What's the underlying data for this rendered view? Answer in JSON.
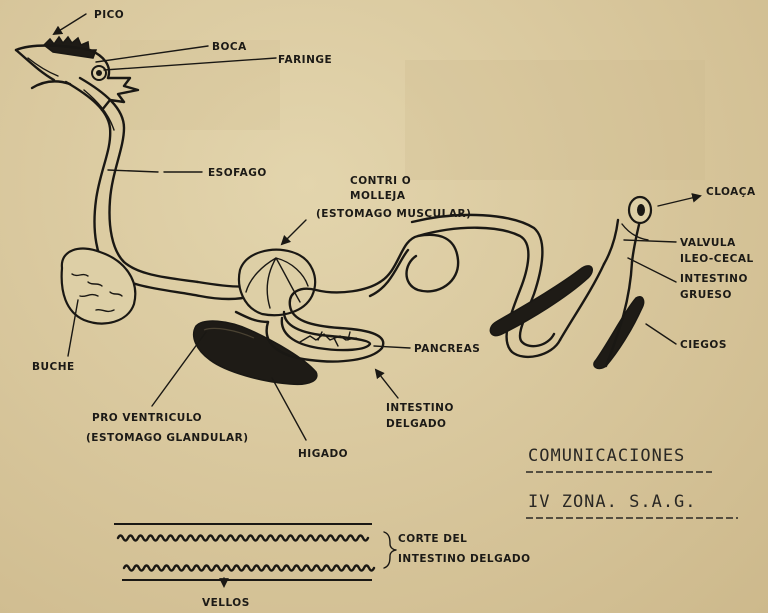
{
  "labels": {
    "pico": "PICO",
    "boca": "BOCA",
    "faringe": "FARINGE",
    "esofago": "ESOFAGO",
    "contri_1": "CONTRI O",
    "contri_2": "MOLLEJA",
    "contri_3": "(ESTOMAGO MUSCULAR)",
    "cloaca": "CLOAÇA",
    "valvula_1": "VALVULA",
    "valvula_2": "ILEO-CECAL",
    "grueso_1": "INTESTINO",
    "grueso_2": "GRUESO",
    "ciegos": "CIEGOS",
    "pancreas": "PANCREAS",
    "buche": "BUCHE",
    "delgado_1": "INTESTINO",
    "delgado_2": "DELGADO",
    "pro_1": "PRO VENTRICULO",
    "pro_2": "(ESTOMAGO GLANDULAR)",
    "higado": "HIGADO",
    "corte_1": "CORTE DEL",
    "corte_2": "INTESTINO DELGADO",
    "vellos": "VELLOS"
  },
  "footer": {
    "line1": "COMUNICACIONES",
    "line2": "IV  ZONA. S.A.G."
  }
}
